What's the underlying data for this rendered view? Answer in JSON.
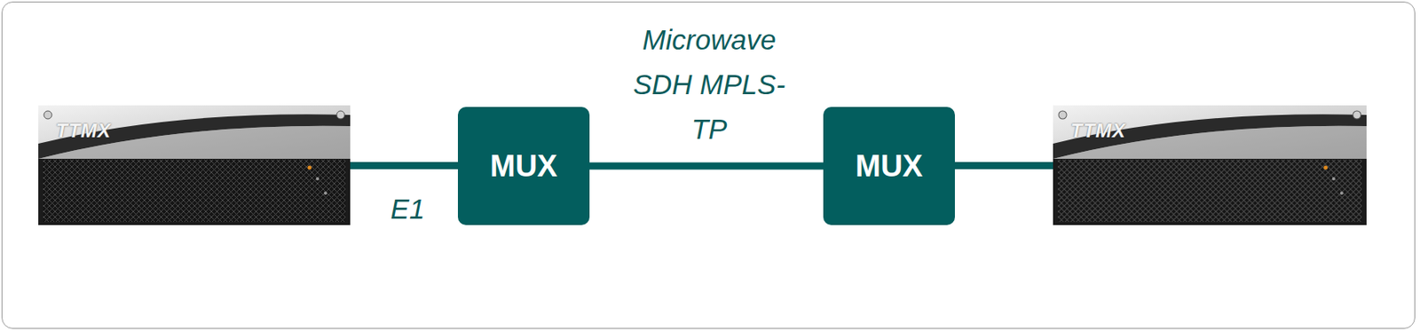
{
  "diagram": {
    "nodes": [
      {
        "text": [
          "TTMX"
        ]
      },
      {
        "text": [
          "MUX"
        ]
      },
      {
        "text": [
          "MUX"
        ]
      },
      {
        "text": [
          "TTMX"
        ]
      }
    ],
    "edges": [
      {
        "from": 0,
        "to": 1,
        "arrow": "none",
        "label": "E1"
      },
      {
        "from": 1,
        "to": 2,
        "arrow": "none",
        "label": "Microwave SDH MPLS-TP"
      },
      {
        "from": 2,
        "to": 3,
        "arrow": "none"
      }
    ]
  }
}
